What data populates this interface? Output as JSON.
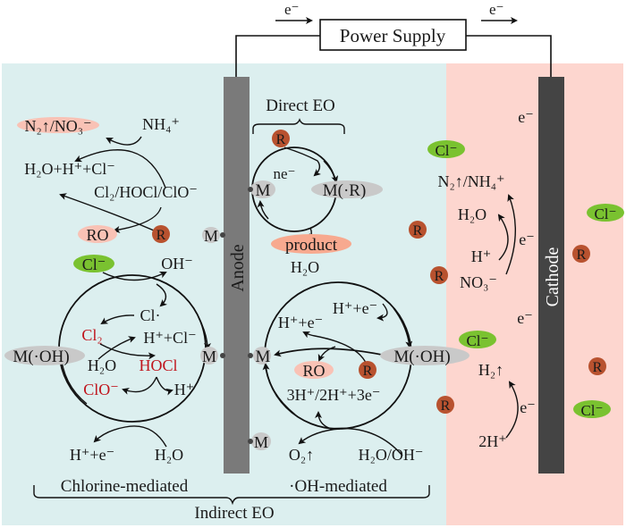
{
  "colors": {
    "anode_side_bg": "#dcefef",
    "cathode_side_bg": "#fdd6cf",
    "anode": "#7a7a7a",
    "cathode": "#444444",
    "r_bubble": "#b8522f",
    "cl_bubble": "#7ac230",
    "product_bubble": "#f7a98f",
    "m_bubble": "#c9c9c9",
    "red_text": "#c0141c"
  },
  "power": {
    "label": "Power Supply",
    "e_left": "e⁻",
    "e_right": "e⁻"
  },
  "electrodes": {
    "anode": "Anode",
    "cathode": "Cathode"
  },
  "direct": {
    "title": "Direct EO",
    "r": "R",
    "ne": "ne⁻",
    "m": "M",
    "mr": "M(·R)",
    "product": "product"
  },
  "chlorine_top": {
    "n2no3": "N₂↑/NO₃⁻",
    "nh4": "NH₄⁺",
    "h2o_h_cl": "H₂O+H⁺+Cl⁻",
    "cl2_hocl_clo": "Cl₂/HOCl/ClO⁻",
    "ro": "RO",
    "r": "R",
    "m": "M"
  },
  "chlorine_cycle": {
    "cl_minus": "Cl⁻",
    "oh_minus": "OH⁻",
    "cl_radical": "Cl·",
    "cl2": "Cl₂",
    "h_cl": "H⁺+Cl⁻",
    "moh": "M(·OH)",
    "h2o": "H₂O",
    "hocl": "HOCl",
    "m": "M",
    "clo": "ClO⁻",
    "h_plus": "H⁺",
    "h_e": "H⁺+e⁻",
    "h2o_bottom": "H₂O"
  },
  "oh_cycle": {
    "h2o": "H₂O",
    "h_e_top": "H⁺+e⁻",
    "h_e_left": "H⁺+e⁻",
    "m": "M",
    "moh": "M(·OH)",
    "ro": "RO",
    "r": "R",
    "protons": "3H⁺/2H⁺+3e⁻",
    "m_bottom": "M",
    "o2": "O₂↑",
    "h2o_oh": "H₂O/OH⁻"
  },
  "cathode_side": {
    "e_top": "e⁻",
    "cl1": "Cl⁻",
    "n2nh4": "N₂↑/NH₄⁺",
    "h2o": "H₂O",
    "e_mid": "e⁻",
    "h_plus": "H⁺",
    "no3": "NO₃⁻",
    "e_low": "e⁻",
    "cl2": "Cl⁻",
    "h2": "H₂↑",
    "e_h2": "e⁻",
    "two_h": "2H⁺",
    "cl_right1": "Cl⁻",
    "r_right1": "R",
    "r_right2": "R",
    "cl_right2": "Cl⁻",
    "r_mid1": "R",
    "r_mid2": "R",
    "r_mid3": "R"
  },
  "labels": {
    "chlorine_mediated": "Chlorine-mediated",
    "oh_mediated": "·OH-mediated",
    "indirect": "Indirect EO"
  }
}
